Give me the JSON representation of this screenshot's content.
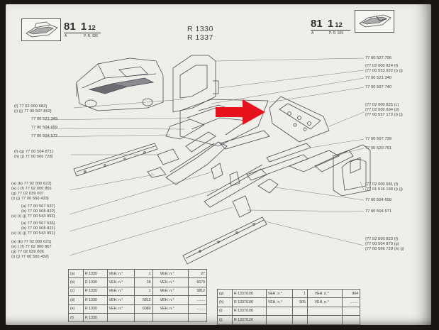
{
  "header": {
    "left_section": "81",
    "left_sub": "1",
    "left_page": "12",
    "left_a": "A",
    "left_pr": "P. R. 926",
    "right_section": "81",
    "right_sub": "1",
    "right_page": "12",
    "right_a": "A",
    "right_pr": "P. R. 926"
  },
  "models": [
    "R 1330",
    "R 1337"
  ],
  "left_labels": [
    {
      "l1": "(f)  77 02 000 682}",
      "l2": "(i) (j)  77 00 507 862}"
    },
    {
      "l1": "77 00 521 349",
      "l2": ""
    },
    {
      "l1": "77 00 504 659",
      "l2": ""
    },
    {
      "l1": "77 00 504 572",
      "l2": ""
    },
    {
      "l1": "(f) (g)  77 00 504 871}",
      "l2": "(h) (j)  77 00 566 728}"
    },
    {
      "l1": "(a) (b)  77 02 000 622}",
      "l2": "(e) { (f)  77 02 000 866",
      "l3": "         (g)  77 02 039 007",
      "l4": "(i) (j)  77 00 560 433}"
    },
    {
      "l1": "(a)  77 00 507 537}",
      "l2": "(b)  77 00 508 822}",
      "l3": "(e) (i) (j)  77 00 543 093}"
    },
    {
      "l1": "(a)  77 00 507 536}",
      "l2": "(b)  77 00 508 821}",
      "l3": "(e) (i) (j)  77 00 543 091}"
    },
    {
      "l1": "(a) (b)  77 02 000 621}",
      "l2": "(e) { (f)  77 02 000 867",
      "l3": "         (g)  77 02 039 006",
      "l4": "(i) (j)  77 00 560 432}"
    }
  ],
  "right_labels": [
    {
      "l1": "77 00 527 706"
    },
    {
      "l1": "{77 02 000 824 (f)",
      "l2": "{77 00 553 922 (i) (j)"
    },
    {
      "l1": "77 00 521 340"
    },
    {
      "l1": "77 00 507 740"
    },
    {
      "l1": "{77 02 000 825 (c)",
      "l2": "{77 02 000 694 (d)",
      "l3": "{77 00 557 173 (i) (j)"
    },
    {
      "l1": "77 00 507 739"
    },
    {
      "l1": "77 00 520 791"
    },
    {
      "l1": "{77 02 000 681 (f)",
      "l2": "{77 01 516 198 (i) (j)"
    },
    {
      "l1": "77 00 504 658"
    },
    {
      "l1": "77 00 504 571"
    },
    {
      "l1": "{77 02 000 823 (f)",
      "l2": "{77 00 504 870 (g)",
      "l3": "{77 00 566 729 (h) (j)"
    }
  ],
  "table_left": [
    [
      "(a)",
      "R 1330",
      "VEH. n.°",
      "1",
      "VEH. n.°",
      "27"
    ],
    [
      "(b)",
      "R 1330",
      "VEH. n.°",
      "28",
      "VEH. n.°",
      "6079"
    ],
    [
      "(c)",
      "R 1330",
      "VEH. n.°",
      "1",
      "VEH. n.°",
      "5812"
    ],
    [
      "(d)",
      "R 1330",
      "VEH. n.°",
      "5813",
      "VEH. n.°",
      "........"
    ],
    [
      "(e)",
      "R 1330",
      "VEH. n.°",
      "6080",
      "VEH. n.°",
      "........"
    ],
    [
      "(f)",
      "R 1330",
      "",
      "",
      "",
      ""
    ]
  ],
  "table_right": [
    [
      "(g)",
      "R 1337/100",
      "VEH. n.°",
      "1",
      "VEH. n.°",
      "904"
    ],
    [
      "(h)",
      "R 1337/100",
      "VEH. n.°",
      "905",
      "VEH. n.°",
      "........"
    ],
    [
      "(i)",
      "R 1337/100",
      "",
      "",
      "",
      ""
    ],
    [
      "(j)",
      "R 1337/120",
      "",
      "",
      "",
      ""
    ]
  ],
  "colors": {
    "page": "#efeee8",
    "ink": "#3b3d44",
    "arrow": "#e8121c",
    "background": "#1a1612"
  },
  "icons": {
    "arrow": "red-arrow-icon",
    "thumb": "car-body-thumbnail-icon"
  }
}
